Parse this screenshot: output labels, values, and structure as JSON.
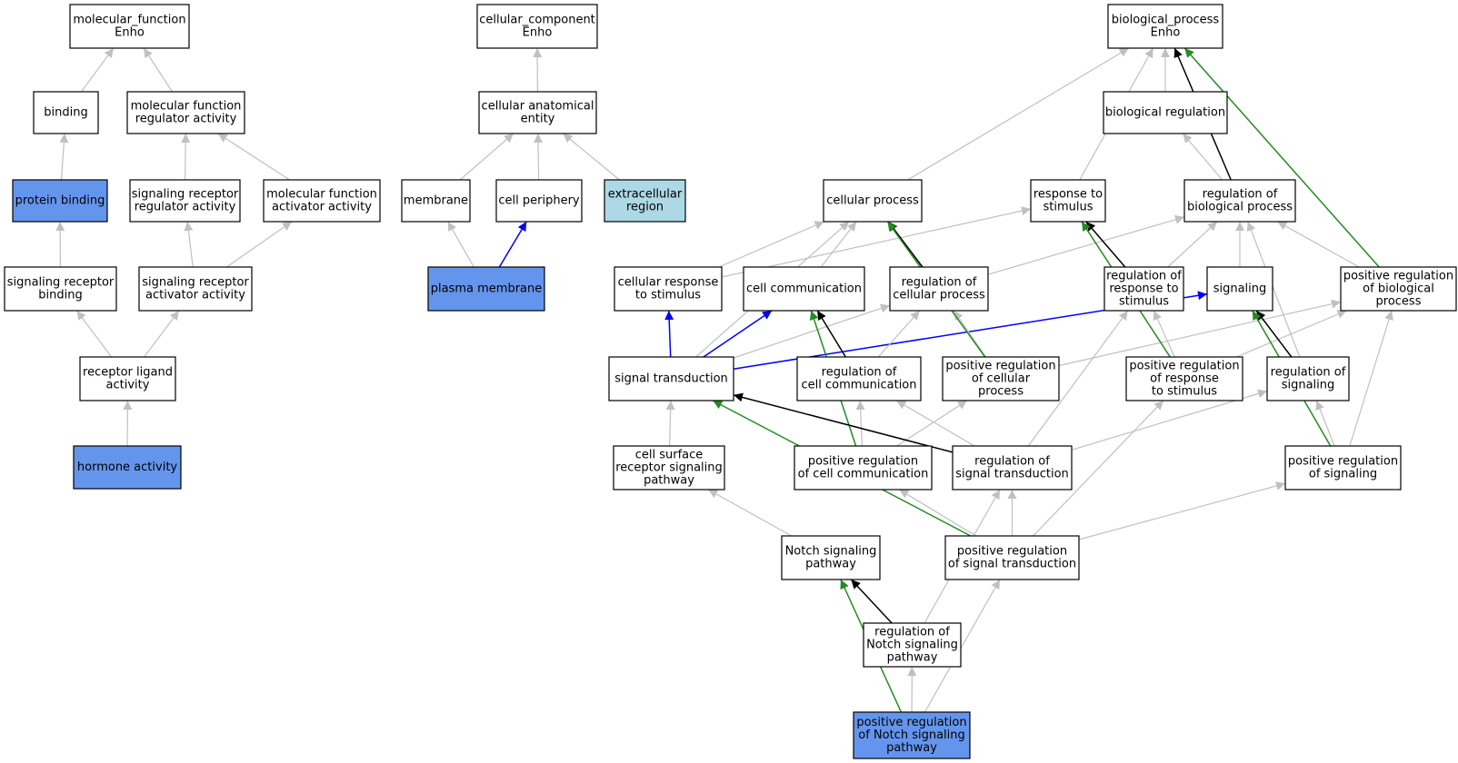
{
  "colors": {
    "is_a": "#c0c0c0",
    "part_of": "#0000ff",
    "regulates": "#000000",
    "positively_regulates": "#228b22",
    "annotated_fill": "#6495ed",
    "component_fill": "#add8e6",
    "default_fill": "#ffffff"
  },
  "nodes": [
    {
      "id": "mf",
      "lines": [
        "molecular_function",
        "Enho"
      ]
    },
    {
      "id": "binding",
      "lines": [
        "binding"
      ]
    },
    {
      "id": "mfra",
      "lines": [
        "molecular function",
        "regulator activity"
      ]
    },
    {
      "id": "pbind",
      "lines": [
        "protein binding"
      ],
      "fill": "annotated_fill"
    },
    {
      "id": "srra",
      "lines": [
        "signaling receptor",
        "regulator activity"
      ]
    },
    {
      "id": "mfaa",
      "lines": [
        "molecular function",
        "activator activity"
      ]
    },
    {
      "id": "srb",
      "lines": [
        "signaling receptor",
        "binding"
      ]
    },
    {
      "id": "sraa",
      "lines": [
        "signaling receptor",
        "activator activity"
      ]
    },
    {
      "id": "rla",
      "lines": [
        "receptor ligand",
        "activity"
      ]
    },
    {
      "id": "ha",
      "lines": [
        "hormone activity"
      ],
      "fill": "annotated_fill"
    },
    {
      "id": "cc",
      "lines": [
        "cellular_component",
        "Enho"
      ]
    },
    {
      "id": "cae",
      "lines": [
        "cellular anatomical",
        "entity"
      ]
    },
    {
      "id": "memb",
      "lines": [
        "membrane"
      ]
    },
    {
      "id": "cper",
      "lines": [
        "cell periphery"
      ]
    },
    {
      "id": "excr",
      "lines": [
        "extracellular",
        "region"
      ],
      "fill": "component_fill"
    },
    {
      "id": "pm",
      "lines": [
        "plasma membrane"
      ],
      "fill": "annotated_fill"
    },
    {
      "id": "bp",
      "lines": [
        "biological_process",
        "Enho"
      ]
    },
    {
      "id": "breg",
      "lines": [
        "biological regulation"
      ]
    },
    {
      "id": "cp",
      "lines": [
        "cellular process"
      ]
    },
    {
      "id": "rts",
      "lines": [
        "response to",
        "stimulus"
      ]
    },
    {
      "id": "rbp",
      "lines": [
        "regulation of",
        "biological process"
      ]
    },
    {
      "id": "crts",
      "lines": [
        "cellular response",
        "to stimulus"
      ]
    },
    {
      "id": "ccomm",
      "lines": [
        "cell communication"
      ]
    },
    {
      "id": "rcp",
      "lines": [
        "regulation of",
        "cellular process"
      ]
    },
    {
      "id": "rrts",
      "lines": [
        "regulation of",
        "response to",
        "stimulus"
      ]
    },
    {
      "id": "sig",
      "lines": [
        "signaling"
      ]
    },
    {
      "id": "prbp",
      "lines": [
        "positive regulation",
        "of biological",
        "process"
      ]
    },
    {
      "id": "st",
      "lines": [
        "signal transduction"
      ]
    },
    {
      "id": "rcc",
      "lines": [
        "regulation of",
        "cell communication"
      ]
    },
    {
      "id": "prcp",
      "lines": [
        "positive regulation",
        "of cellular",
        "process"
      ]
    },
    {
      "id": "prrts",
      "lines": [
        "positive regulation",
        "of response",
        "to stimulus"
      ]
    },
    {
      "id": "rsig",
      "lines": [
        "regulation of",
        "signaling"
      ]
    },
    {
      "id": "csrsp",
      "lines": [
        "cell surface",
        "receptor signaling",
        "pathway"
      ]
    },
    {
      "id": "prcc",
      "lines": [
        "positive regulation",
        "of cell communication"
      ]
    },
    {
      "id": "rst",
      "lines": [
        "regulation of",
        "signal transduction"
      ]
    },
    {
      "id": "prsig",
      "lines": [
        "positive regulation",
        "of signaling"
      ]
    },
    {
      "id": "nsp",
      "lines": [
        "Notch signaling",
        "pathway"
      ]
    },
    {
      "id": "prst",
      "lines": [
        "positive regulation",
        "of signal transduction"
      ]
    },
    {
      "id": "rnsp",
      "lines": [
        "regulation of",
        "Notch signaling",
        "pathway"
      ]
    },
    {
      "id": "prnsp",
      "lines": [
        "positive regulation",
        "of Notch signaling",
        "pathway"
      ],
      "fill": "annotated_fill"
    }
  ],
  "edges": [
    {
      "from": "binding",
      "to": "mf",
      "type": "is_a"
    },
    {
      "from": "mfra",
      "to": "mf",
      "type": "is_a"
    },
    {
      "from": "pbind",
      "to": "binding",
      "type": "is_a"
    },
    {
      "from": "srra",
      "to": "mfra",
      "type": "is_a"
    },
    {
      "from": "mfaa",
      "to": "mfra",
      "type": "is_a"
    },
    {
      "from": "srb",
      "to": "pbind",
      "type": "is_a"
    },
    {
      "from": "sraa",
      "to": "srra",
      "type": "is_a"
    },
    {
      "from": "sraa",
      "to": "mfaa",
      "type": "is_a"
    },
    {
      "from": "rla",
      "to": "srb",
      "type": "is_a"
    },
    {
      "from": "rla",
      "to": "sraa",
      "type": "is_a"
    },
    {
      "from": "ha",
      "to": "rla",
      "type": "is_a"
    },
    {
      "from": "cae",
      "to": "cc",
      "type": "is_a"
    },
    {
      "from": "memb",
      "to": "cae",
      "type": "is_a"
    },
    {
      "from": "cper",
      "to": "cae",
      "type": "is_a"
    },
    {
      "from": "excr",
      "to": "cae",
      "type": "is_a"
    },
    {
      "from": "pm",
      "to": "memb",
      "type": "is_a"
    },
    {
      "from": "pm",
      "to": "cper",
      "type": "part_of"
    },
    {
      "from": "cp",
      "to": "bp",
      "type": "is_a"
    },
    {
      "from": "rts",
      "to": "bp",
      "type": "is_a"
    },
    {
      "from": "breg",
      "to": "bp",
      "type": "is_a"
    },
    {
      "from": "rbp",
      "to": "bp",
      "type": "regulates"
    },
    {
      "from": "prbp",
      "to": "bp",
      "type": "positively_regulates"
    },
    {
      "from": "rbp",
      "to": "breg",
      "type": "is_a"
    },
    {
      "from": "crts",
      "to": "cp",
      "type": "is_a"
    },
    {
      "from": "crts",
      "to": "rts",
      "type": "is_a"
    },
    {
      "from": "ccomm",
      "to": "cp",
      "type": "is_a"
    },
    {
      "from": "rcp",
      "to": "cp",
      "type": "regulates"
    },
    {
      "from": "rcp",
      "to": "rbp",
      "type": "is_a"
    },
    {
      "from": "rrts",
      "to": "rts",
      "type": "regulates"
    },
    {
      "from": "rrts",
      "to": "rbp",
      "type": "is_a"
    },
    {
      "from": "sig",
      "to": "rbp",
      "type": "is_a"
    },
    {
      "from": "prbp",
      "to": "rbp",
      "type": "is_a"
    },
    {
      "from": "st",
      "to": "cp",
      "type": "is_a"
    },
    {
      "from": "st",
      "to": "crts",
      "type": "part_of"
    },
    {
      "from": "st",
      "to": "ccomm",
      "type": "part_of"
    },
    {
      "from": "st",
      "to": "rcp",
      "type": "is_a"
    },
    {
      "from": "st",
      "to": "sig",
      "type": "part_of"
    },
    {
      "from": "rcc",
      "to": "rcp",
      "type": "is_a"
    },
    {
      "from": "rcc",
      "to": "ccomm",
      "type": "regulates"
    },
    {
      "from": "prcp",
      "to": "rcp",
      "type": "is_a"
    },
    {
      "from": "prcp",
      "to": "cp",
      "type": "positively_regulates"
    },
    {
      "from": "prcp",
      "to": "prbp",
      "type": "is_a"
    },
    {
      "from": "prrts",
      "to": "rrts",
      "type": "is_a"
    },
    {
      "from": "prrts",
      "to": "rts",
      "type": "positively_regulates"
    },
    {
      "from": "prrts",
      "to": "prbp",
      "type": "is_a"
    },
    {
      "from": "rsig",
      "to": "sig",
      "type": "regulates"
    },
    {
      "from": "rsig",
      "to": "rbp",
      "type": "is_a"
    },
    {
      "from": "csrsp",
      "to": "st",
      "type": "is_a"
    },
    {
      "from": "prcc",
      "to": "rcc",
      "type": "is_a"
    },
    {
      "from": "prcc",
      "to": "ccomm",
      "type": "positively_regulates"
    },
    {
      "from": "prcc",
      "to": "prcp",
      "type": "is_a"
    },
    {
      "from": "rst",
      "to": "rcc",
      "type": "is_a"
    },
    {
      "from": "rst",
      "to": "st",
      "type": "regulates"
    },
    {
      "from": "rst",
      "to": "rrts",
      "type": "is_a"
    },
    {
      "from": "rst",
      "to": "rsig",
      "type": "is_a"
    },
    {
      "from": "prsig",
      "to": "rsig",
      "type": "is_a"
    },
    {
      "from": "prsig",
      "to": "sig",
      "type": "positively_regulates"
    },
    {
      "from": "prsig",
      "to": "prbp",
      "type": "is_a"
    },
    {
      "from": "nsp",
      "to": "csrsp",
      "type": "is_a"
    },
    {
      "from": "prst",
      "to": "prcc",
      "type": "is_a"
    },
    {
      "from": "prst",
      "to": "rst",
      "type": "is_a"
    },
    {
      "from": "prst",
      "to": "st",
      "type": "positively_regulates"
    },
    {
      "from": "prst",
      "to": "prrts",
      "type": "is_a"
    },
    {
      "from": "prst",
      "to": "prsig",
      "type": "is_a"
    },
    {
      "from": "rnsp",
      "to": "nsp",
      "type": "regulates"
    },
    {
      "from": "rnsp",
      "to": "rst",
      "type": "is_a"
    },
    {
      "from": "prnsp",
      "to": "rnsp",
      "type": "is_a"
    },
    {
      "from": "prnsp",
      "to": "nsp",
      "type": "positively_regulates"
    },
    {
      "from": "prnsp",
      "to": "prst",
      "type": "is_a"
    }
  ]
}
